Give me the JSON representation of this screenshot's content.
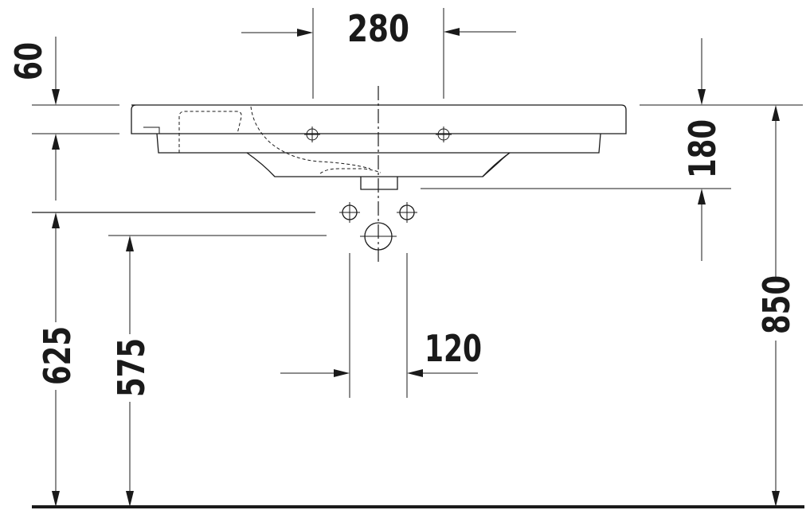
{
  "dimensions": {
    "tap_hole_spacing": "280",
    "rim_thickness": "60",
    "basin_depth": "180",
    "overall_height": "850",
    "supply_height": "625",
    "waste_height": "575",
    "supply_spacing": "120"
  }
}
